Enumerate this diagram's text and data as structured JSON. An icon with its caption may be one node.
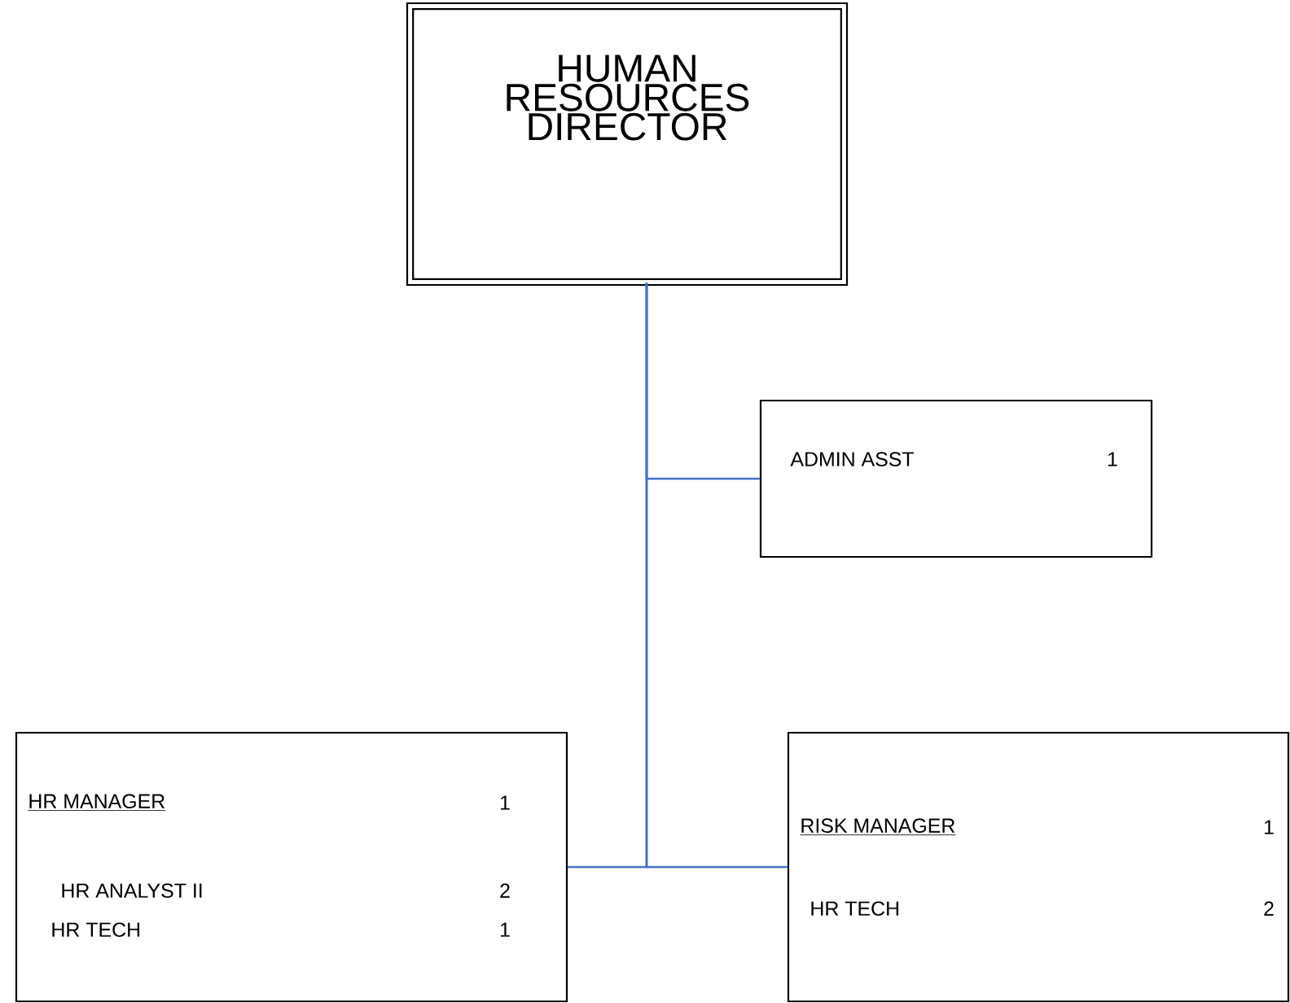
{
  "diagram": {
    "nodes": [
      {
        "text": [
          "HUMAN RESOURCES DIRECTOR"
        ]
      },
      {
        "text": [
          "ADMIN ASST",
          "1"
        ]
      },
      {
        "text": [
          "HR MANAGER",
          "1",
          "HR ANALYST II",
          "2",
          "HR TECH",
          "1"
        ]
      },
      {
        "text": [
          "RISK MANAGER",
          "1",
          "HR TECH",
          "2"
        ]
      }
    ],
    "edges": [
      {
        "from": 0,
        "to": 1,
        "arrow": "none",
        "color": "#4472c4"
      },
      {
        "from": 0,
        "to": 2,
        "arrow": "none",
        "color": "#4472c4"
      },
      {
        "from": 0,
        "to": 3,
        "arrow": "none",
        "color": "#4472c4"
      }
    ]
  }
}
